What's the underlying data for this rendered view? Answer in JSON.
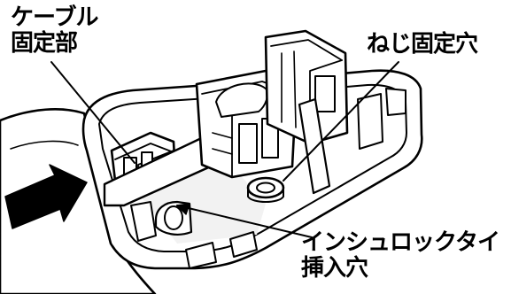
{
  "labels": {
    "cable_fixing": [
      "ケーブル",
      "固定部"
    ],
    "screw_hole": "ねじ固定穴",
    "tie_insertion": [
      "インシュロックタイ",
      "挿入穴"
    ]
  },
  "colors": {
    "ink": "#000000",
    "paper": "#ffffff",
    "shadow": "#e8e8e8"
  }
}
